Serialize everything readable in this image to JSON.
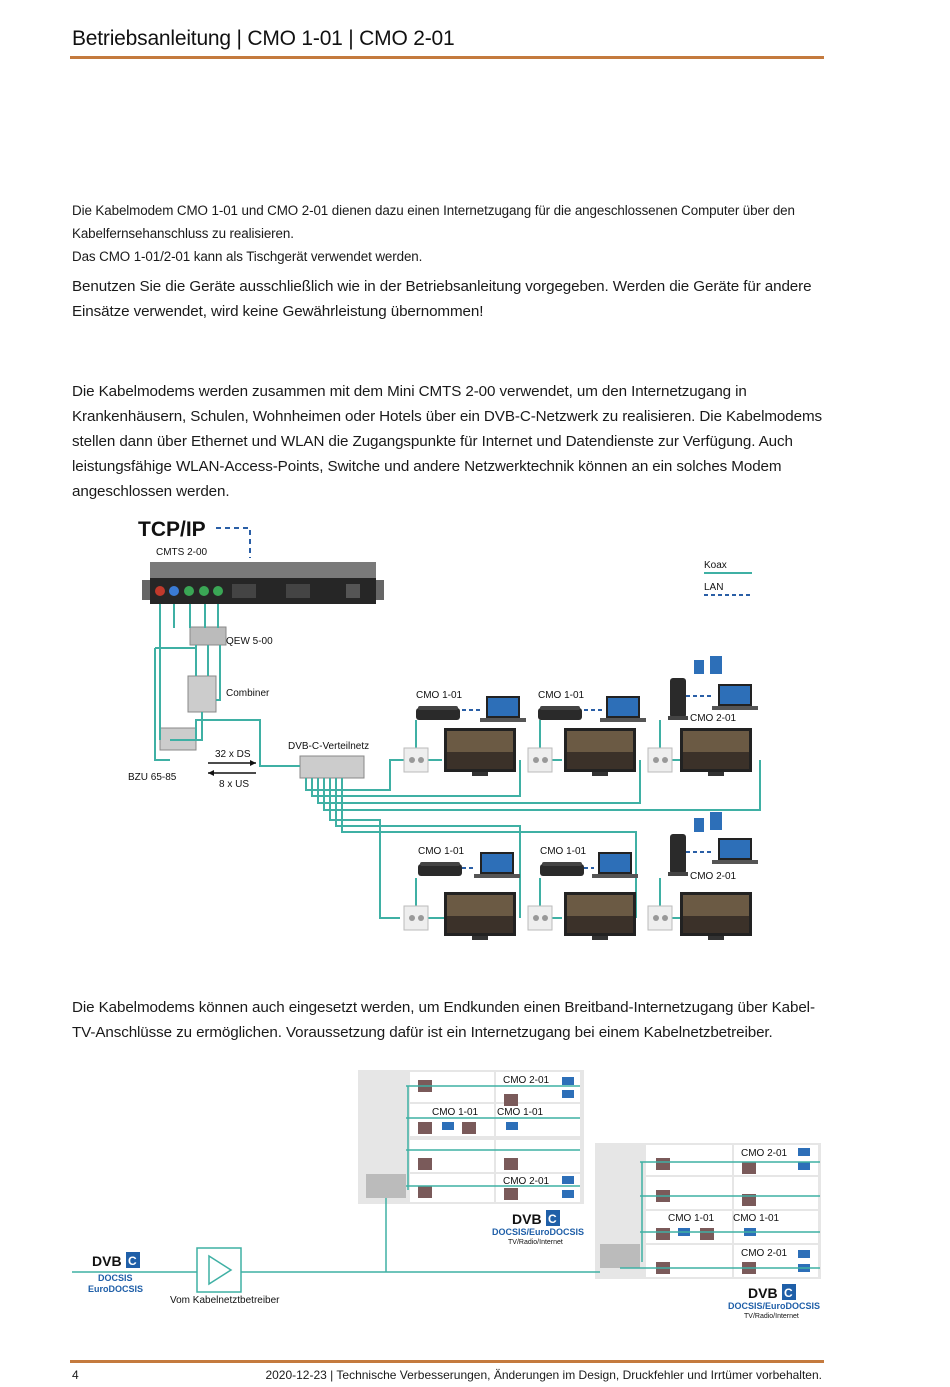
{
  "header": {
    "title": "Betriebsanleitung | CMO 1-01 | CMO 2-01"
  },
  "text": {
    "p1_line1": "Die Kabelmodem CMO 1-01 und CMO 2-01 dienen dazu einen Internetzugang für die angeschlossenen Computer über den",
    "p1_line2": "Kabelfernsehanschluss zu realisieren.",
    "p1_line3": "Das CMO 1-01/2-01 kann als Tischgerät verwendet werden.",
    "p2_line1": "Benutzen Sie die Geräte ausschließlich wie in der Betriebsanleitung vorgegeben. Werden die Geräte für andere",
    "p2_line2": "Einsätze verwendet, wird keine Gewährleistung übernommen!",
    "p3_line1": "Die Kabelmodems werden zusammen mit dem Mini CMTS 2-00 verwendet, um den Internetzugang in",
    "p3_line2": "Krankenhäusern, Schulen, Wohnheimen oder Hotels über ein DVB-C-Netzwerk zu realisieren. Die Kabelmodems",
    "p3_line3": "stellen dann über Ethernet und WLAN die Zugangspunkte für Internet und Datendienste zur Verfügung. Auch",
    "p3_line4": "leistungsfähige WLAN-Access-Points, Switche und andere Netzwerktechnik können an ein solches Modem",
    "p3_line5": "angeschlossen werden.",
    "p4_line1": "Die Kabelmodems können auch eingesetzt werden, um Endkunden einen Breitband-Internetzugang über Kabel-",
    "p4_line2": "TV-Anschlüsse zu ermöglichen. Voraussetzung dafür ist ein Internetzugang bei einem Kabelnetzbetreiber."
  },
  "diagram1": {
    "tcpip": "TCP/IP",
    "cmts": "CMTS 2-00",
    "qew": "QEW 5-00",
    "combiner": "Combiner",
    "bzu": "BZU 65-85",
    "ds": "32 x DS",
    "us": "8 x US",
    "dvbc_net": "DVB-C-Verteilnetz",
    "legend_koax": "Koax",
    "legend_lan": "LAN",
    "cmo101": "CMO 1-01",
    "cmo201": "CMO 2-01"
  },
  "diagram2": {
    "cmo101": "CMO 1-01",
    "cmo201": "CMO 2-01",
    "dvb_logo": "DVB",
    "dvb_c": "C",
    "docsis_euro": "DOCSIS/EuroDOCSIS",
    "tv_radio": "TV/Radio/Internet",
    "docsis": "DOCSIS",
    "eurodocsis": "EuroDOCSIS",
    "provider": "Vom Kabelnetztbetreiber"
  },
  "footer": {
    "page": "4",
    "note": "2020-12-23 | Technische Verbesserungen, Änderungen im Design, Druckfehler und Irrtümer vorbehalten."
  },
  "colors": {
    "accent_rule": "#c47a3e",
    "coax": "#3fb0a4",
    "lan": "#2a5fa6",
    "dvb_blue": "#1f5fa8"
  }
}
